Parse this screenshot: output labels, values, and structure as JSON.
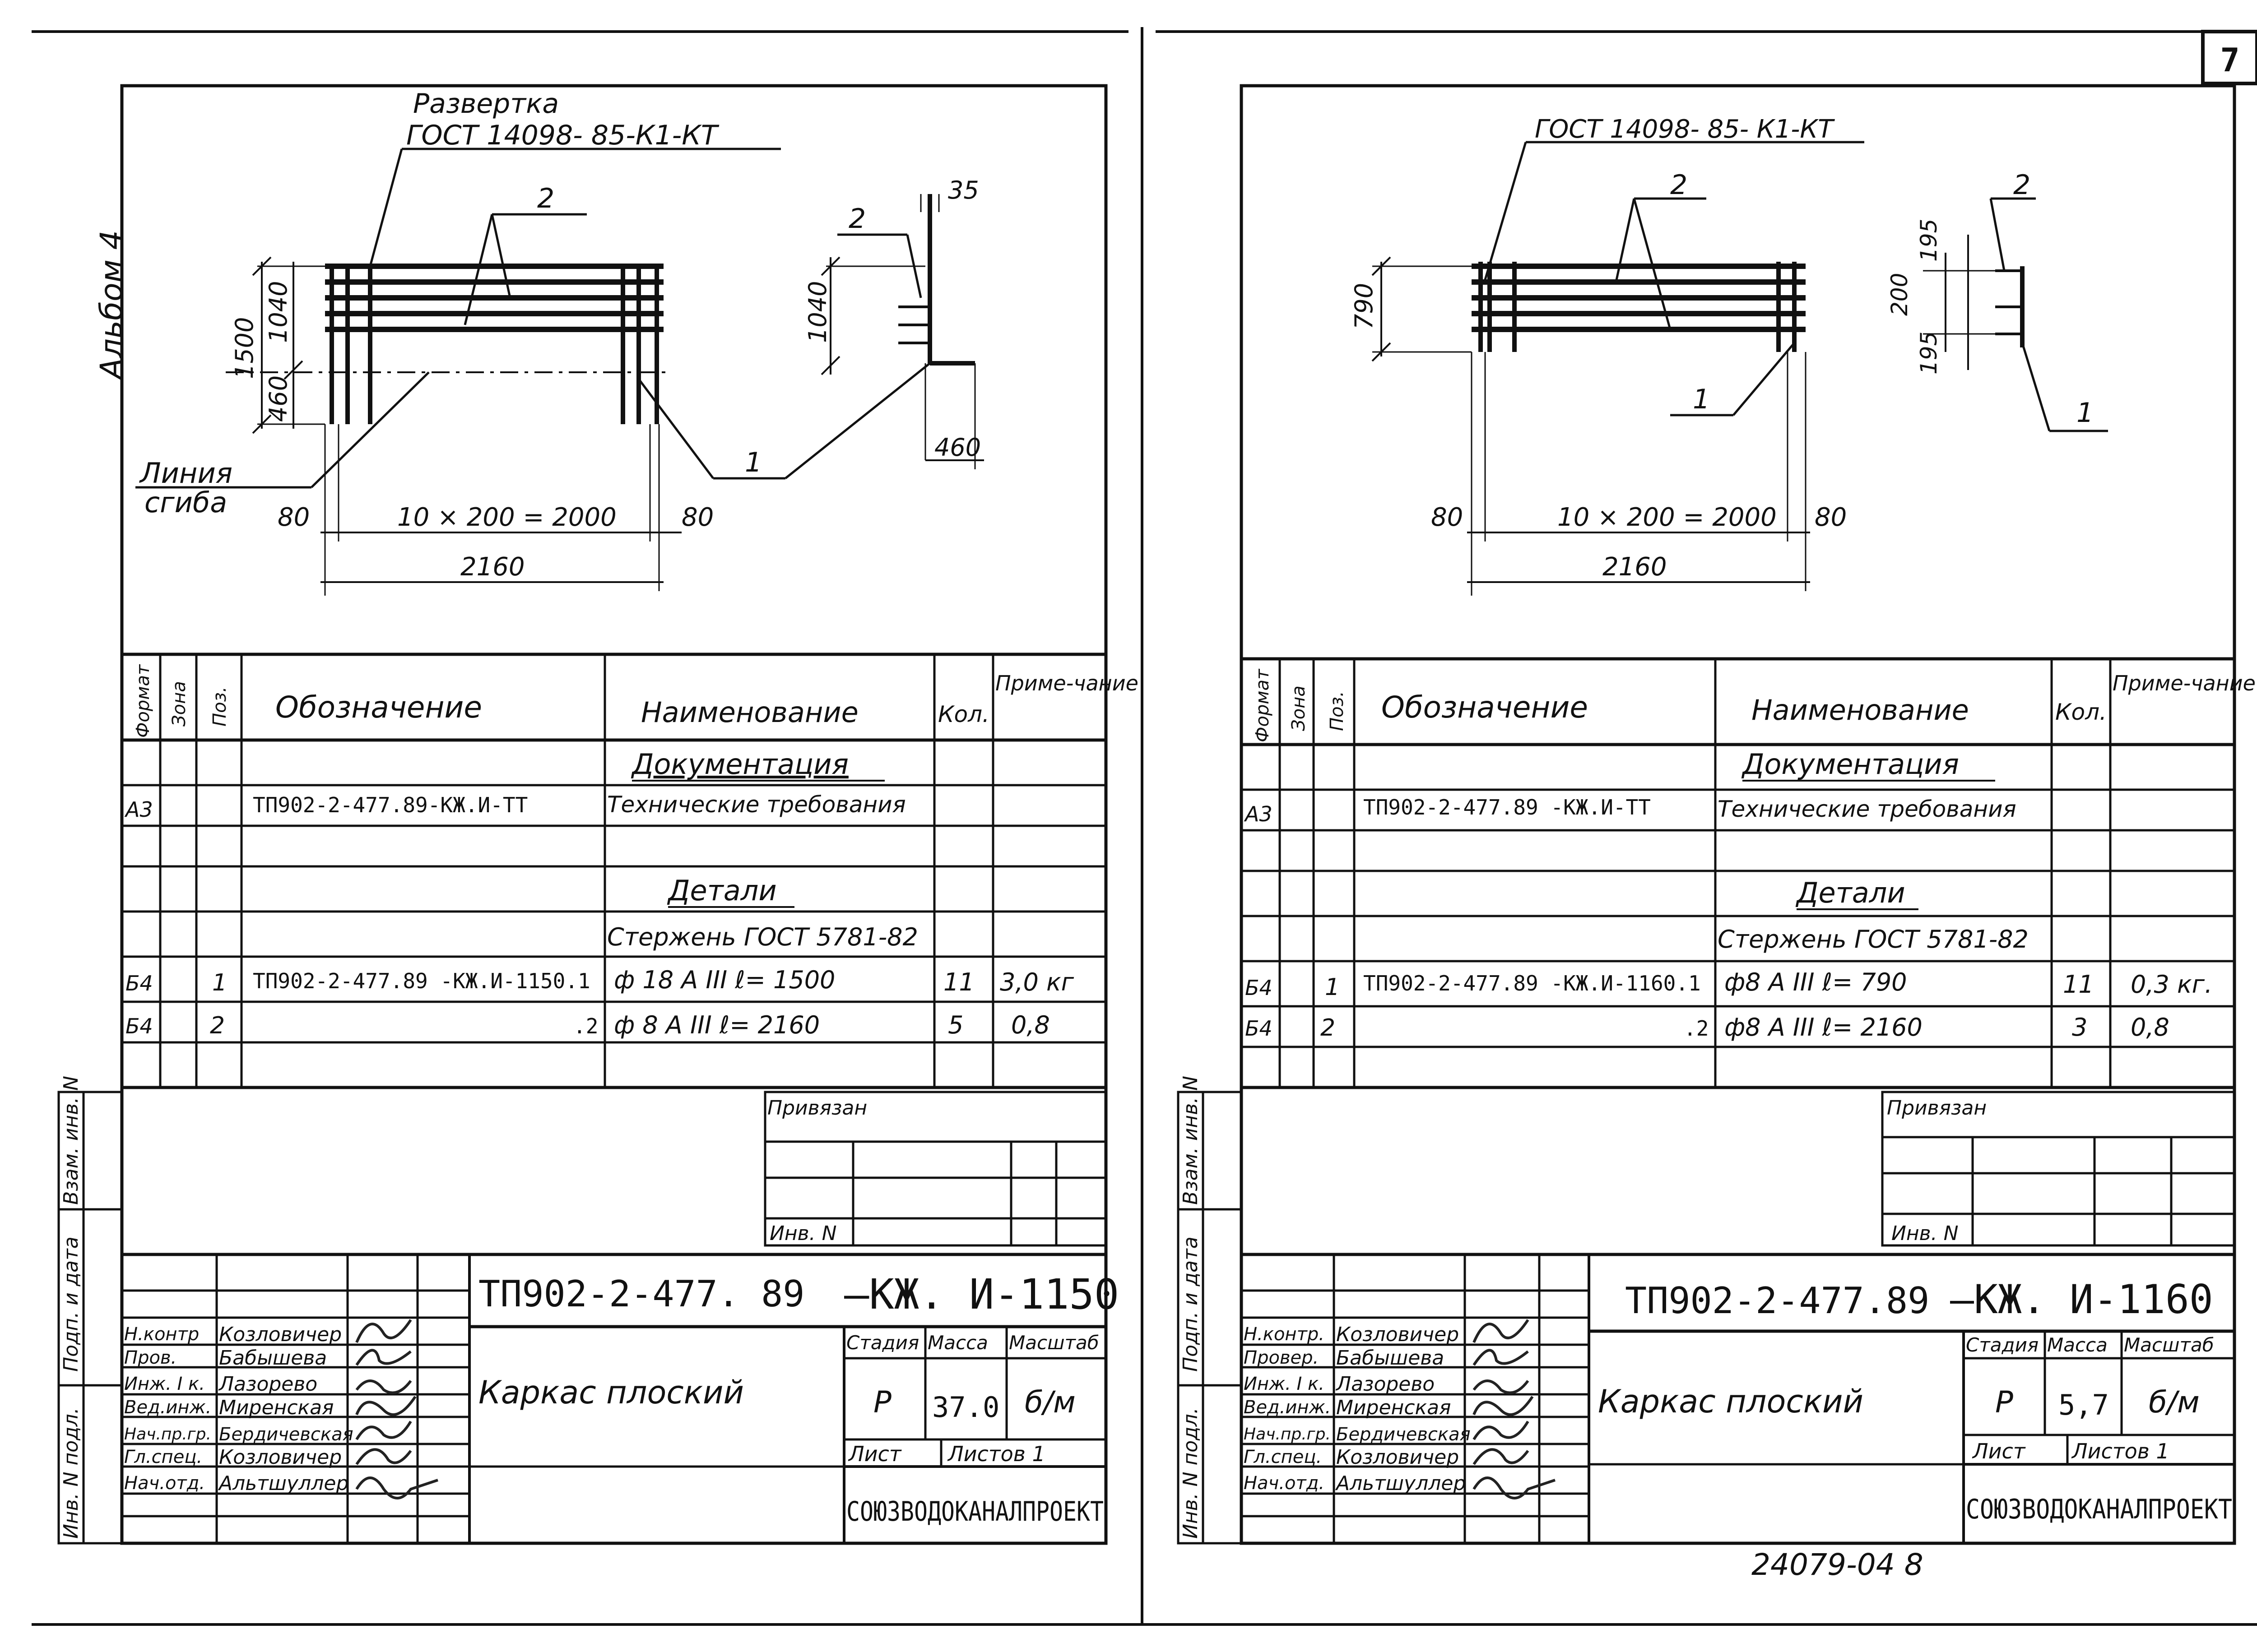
{
  "page_number": "7",
  "album_label": "Альбом 4",
  "footer_code": "24079-04   8",
  "left_margin_labels": [
    "Взам. инв. N",
    "Подп. и дата",
    "Инв. N подл."
  ],
  "sheets": [
    {
      "id": "left",
      "drawing": {
        "title_line1": "Развертка",
        "title_line2": "ГОСТ  14098- 85-К1-КТ",
        "pos_label_top": "2",
        "pos_label_side": "2",
        "pos_label_bottom": "1",
        "dim_35": "35",
        "dim_1040_side": "1040",
        "dim_460_side": "460",
        "dim_1500": "1500",
        "dim_1040": "1040",
        "dim_460": "460",
        "bend_line_1": "Линия",
        "bend_line_2": "сгиба",
        "dim_80_left": "80",
        "dim_span": "10 × 200 = 2000",
        "dim_80_right": "80",
        "dim_total": "2160"
      },
      "spec": {
        "headers": [
          "Формат",
          "Зона",
          "Поз.",
          "Обозначение",
          "Наименование",
          "Кол.",
          "Приме-чание"
        ],
        "section_docs": "Документация",
        "section_parts": "Детали",
        "rows": [
          {
            "fmt": "А3",
            "zone": "",
            "pos": "",
            "designation": "ТП902-2-477.89-КЖ.И-ТТ",
            "name": "Технические требования",
            "qty": "",
            "note": ""
          },
          {
            "fmt": "",
            "zone": "",
            "pos": "",
            "designation": "",
            "name": "Стержень ГОСТ 5781-82",
            "qty": "",
            "note": ""
          },
          {
            "fmt": "Б4",
            "zone": "",
            "pos": "1",
            "designation": "ТП902-2-477.89 -КЖ.И-1150.1",
            "name": "ф 18 А III    ℓ= 1500",
            "qty": "11",
            "note": "3,0 кг"
          },
          {
            "fmt": "Б4",
            "zone": "",
            "pos": "2",
            "designation": ".2",
            "name": "ф 8 А III    ℓ= 2160",
            "qty": "5",
            "note": "0,8"
          }
        ]
      },
      "stamp": {
        "bound_label": "Привязан",
        "inv_label": "Инв. N",
        "code": "ТП902-2-477. 89",
        "mark": "—КЖ. И-1150",
        "roles": [
          "Н.контр",
          "Пров.",
          "Инж. I к.",
          "Вед.инж.",
          "Нач.пр.гр.",
          "Гл.спец.",
          "Нач.отд."
        ],
        "names": [
          "Козловичер",
          "Бабышева",
          "Лазорево",
          "Миренская",
          "Бердичевская",
          "Козловичер",
          "Альтшуллер"
        ],
        "object_name": "Каркас  плоский",
        "stage_label": "Стадия",
        "mass_label": "Масса",
        "scale_label": "Масштаб",
        "stage": "Р",
        "mass": "37.0",
        "scale": "б/м",
        "sheet_label": "Лист",
        "sheets_label": "Листов 1",
        "org": "СОЮЗВОДОКАНАЛПРОЕКТ"
      }
    },
    {
      "id": "right",
      "drawing": {
        "title_line2": "ГОСТ 14098- 85- К1-КТ",
        "pos_label_top": "2",
        "pos_label_side": "2",
        "pos_label_bottom": "1",
        "pos_label_side_bottom": "1",
        "dim_790": "790",
        "dim_195a": "195",
        "dim_200": "200",
        "dim_195b": "195",
        "dim_80_left": "80",
        "dim_span": "10 × 200 = 2000",
        "dim_80_right": "80",
        "dim_total": "2160"
      },
      "spec": {
        "headers": [
          "Формат",
          "Зона",
          "Поз.",
          "Обозначение",
          "Наименование",
          "Кол.",
          "Приме-чание"
        ],
        "section_docs": "Документация",
        "section_parts": "Детали",
        "rows": [
          {
            "fmt": "А3",
            "zone": "",
            "pos": "",
            "designation": "ТП902-2-477.89 -КЖ.И-ТТ",
            "name": "Технические требования",
            "qty": "",
            "note": ""
          },
          {
            "fmt": "",
            "zone": "",
            "pos": "",
            "designation": "",
            "name": "Стержень ГОСТ 5781-82",
            "qty": "",
            "note": ""
          },
          {
            "fmt": "Б4",
            "zone": "",
            "pos": "1",
            "designation": "ТП902-2-477.89 -КЖ.И-1160.1",
            "name": "ф8 А III     ℓ= 790",
            "qty": "11",
            "note": "0,3 кг."
          },
          {
            "fmt": "Б4",
            "zone": "",
            "pos": "2",
            "designation": ".2",
            "name": "ф8 А III     ℓ= 2160",
            "qty": "3",
            "note": "0,8"
          }
        ]
      },
      "stamp": {
        "bound_label": "Привязан",
        "inv_label": "Инв. N",
        "code": "ТП902-2-477.89",
        "mark": "—КЖ. И-1160",
        "roles": [
          "Н.контр.",
          "Провер.",
          "Инж. I к.",
          "Вед.инж.",
          "Нач.пр.гр.",
          "Гл.спец.",
          "Нач.отд."
        ],
        "names": [
          "Козловичер",
          "Бабышева",
          "Лазорево",
          "Миренская",
          "Бердичевская",
          "Козловичер",
          "Альтшуллер"
        ],
        "object_name": "Каркас  плоский",
        "stage_label": "Стадия",
        "mass_label": "Масса",
        "scale_label": "Масштаб",
        "stage": "Р",
        "mass": "5,7",
        "scale": "б/м",
        "sheet_label": "Лист",
        "sheets_label": "Листов 1",
        "org": "СОЮЗВОДОКАНАЛПРОЕКТ"
      }
    }
  ]
}
